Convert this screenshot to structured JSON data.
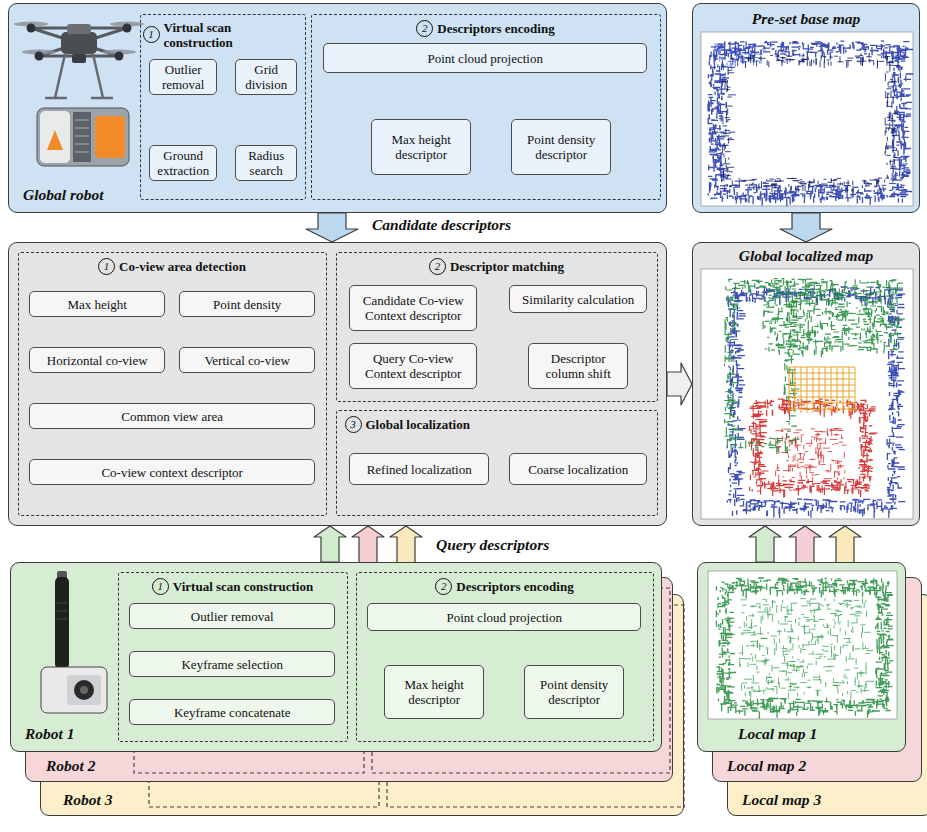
{
  "diagram": {
    "nodes": [
      {
        "text": [
          "Global robot"
        ]
      },
      {
        "text": [
          "1",
          "Virtual scan construction"
        ],
        "in": 0
      },
      {
        "text": [
          "Outlier removal"
        ],
        "in": 1
      },
      {
        "text": [
          "Ground extraction"
        ],
        "in": 1
      },
      {
        "text": [
          "Grid division"
        ],
        "in": 1
      },
      {
        "text": [
          "Radius search"
        ],
        "in": 1
      },
      {
        "text": [
          "2",
          "Descriptors encoding"
        ],
        "in": 0
      },
      {
        "text": [
          "Point cloud projection"
        ],
        "in": 6
      },
      {
        "text": [
          "Max height descriptor"
        ],
        "in": 6
      },
      {
        "text": [
          "Point density descriptor"
        ],
        "in": 6
      },
      {
        "text": [
          "Pre-set base map"
        ]
      },
      {
        "text": []
      },
      {
        "text": [
          "1",
          "Co-view area detection"
        ],
        "in": 11
      },
      {
        "text": [
          "Max height"
        ],
        "in": 12
      },
      {
        "text": [
          "Point density"
        ],
        "in": 12
      },
      {
        "text": [
          "Horizontal co-view"
        ],
        "in": 12
      },
      {
        "text": [
          "Vertical co-view"
        ],
        "in": 12
      },
      {
        "text": [
          "Common view area"
        ],
        "in": 12
      },
      {
        "text": [
          "Co-view context descriptor"
        ],
        "in": 12
      },
      {
        "text": [
          "2",
          "Descriptor matching"
        ],
        "in": 11
      },
      {
        "text": [
          "Candidate Co-view Context descriptor"
        ],
        "in": 19
      },
      {
        "text": [
          "Query Co-view Context descriptor"
        ],
        "in": 19
      },
      {
        "text": [
          "Similarity calculation"
        ],
        "in": 19
      },
      {
        "text": [
          "Descriptor column shift"
        ],
        "in": 19
      },
      {
        "text": [
          "3",
          "Global localization"
        ],
        "in": 11
      },
      {
        "text": [
          "Refined localization"
        ],
        "in": 24
      },
      {
        "text": [
          "Coarse localization"
        ],
        "in": 24
      },
      {
        "text": [
          "Global localized map"
        ]
      },
      {
        "text": [
          "Robot 1"
        ]
      },
      {
        "text": [
          "1",
          "Virtual scan construction"
        ],
        "in": 28
      },
      {
        "text": [
          "Outlier removal"
        ],
        "in": 29
      },
      {
        "text": [
          "Keyframe selection"
        ],
        "in": 29
      },
      {
        "text": [
          "Keyframe concatenate"
        ],
        "in": 29
      },
      {
        "text": [
          "2",
          "Descriptors encoding"
        ],
        "in": 28
      },
      {
        "text": [
          "Point cloud projection"
        ],
        "in": 33
      },
      {
        "text": [
          "Max height descriptor"
        ],
        "in": 33
      },
      {
        "text": [
          "Point density descriptor"
        ],
        "in": 33
      },
      {
        "text": [
          "Robot 2"
        ]
      },
      {
        "text": [
          "Robot 3"
        ]
      },
      {
        "text": [
          "Local map 1"
        ]
      },
      {
        "text": [
          "Local map 2"
        ]
      },
      {
        "text": [
          "Local map 3"
        ]
      }
    ],
    "edges": [
      {
        "from": 2,
        "to": 3,
        "arrow": "to"
      },
      {
        "from": 3,
        "to": 4,
        "arrow": "to"
      },
      {
        "from": 4,
        "to": 5,
        "arrow": "to"
      },
      {
        "from": 7,
        "to": 8,
        "arrow": "to"
      },
      {
        "from": 7,
        "to": 9,
        "arrow": "to"
      },
      {
        "from": 0,
        "to": 11,
        "arrow": "to"
      },
      {
        "from": 10,
        "to": 27,
        "arrow": "to"
      },
      {
        "from": 13,
        "to": 15,
        "arrow": "to"
      },
      {
        "from": 14,
        "to": 16,
        "arrow": "to"
      },
      {
        "from": 15,
        "to": 17,
        "arrow": "to"
      },
      {
        "from": 16,
        "to": 17,
        "arrow": "to"
      },
      {
        "from": 17,
        "to": 18,
        "arrow": "to"
      },
      {
        "from": 20,
        "to": 22,
        "arrow": "to"
      },
      {
        "from": 21,
        "to": 22,
        "arrow": "to"
      },
      {
        "from": 22,
        "to": 23,
        "arrow": "to"
      },
      {
        "from": 26,
        "to": 25,
        "arrow": "to"
      },
      {
        "from": 11,
        "to": 27,
        "arrow": "to"
      },
      {
        "from": 28,
        "to": 11,
        "arrow": "to"
      },
      {
        "from": 37,
        "to": 11,
        "arrow": "to"
      },
      {
        "from": 38,
        "to": 11,
        "arrow": "to"
      },
      {
        "from": 30,
        "to": 31,
        "arrow": "to"
      },
      {
        "from": 31,
        "to": 32,
        "arrow": "to"
      },
      {
        "from": 34,
        "to": 35,
        "arrow": "to"
      },
      {
        "from": 34,
        "to": 36,
        "arrow": "to"
      },
      {
        "from": 39,
        "to": 27,
        "arrow": "to"
      },
      {
        "from": 40,
        "to": 27,
        "arrow": "to"
      },
      {
        "from": 41,
        "to": 27,
        "arrow": "to"
      }
    ],
    "labels": [
      "Candidate descriptors",
      "Query descriptors"
    ]
  }
}
